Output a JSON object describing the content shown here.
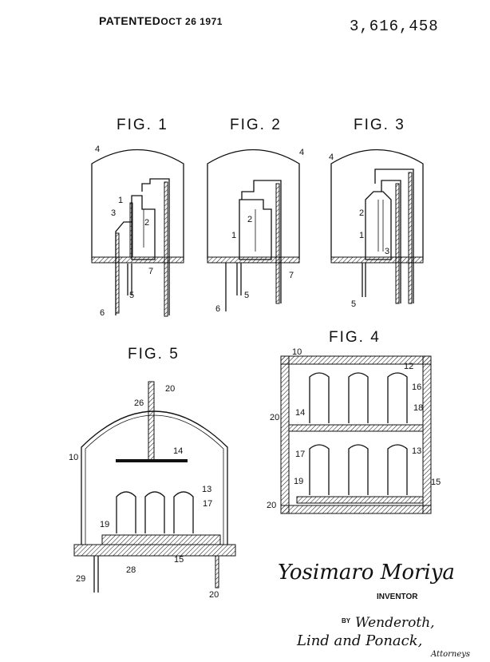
{
  "header": {
    "patented_label": "PATENTED",
    "date": "OCT 26 1971",
    "patent_number": "3,616,458"
  },
  "figures": {
    "fig1": {
      "title": "FIG. 1",
      "labels": [
        "4",
        "1",
        "3",
        "2",
        "7",
        "5",
        "6"
      ]
    },
    "fig2": {
      "title": "FIG. 2",
      "labels": [
        "4",
        "2",
        "1",
        "7",
        "6",
        "5"
      ]
    },
    "fig3": {
      "title": "FIG. 3",
      "labels": [
        "4",
        "2",
        "1",
        "3",
        "5"
      ]
    },
    "fig4": {
      "title": "FIG. 4",
      "labels": [
        "10",
        "12",
        "16",
        "18",
        "20",
        "14",
        "17",
        "13",
        "19",
        "15",
        "20"
      ]
    },
    "fig5": {
      "title": "FIG. 5",
      "labels": [
        "20",
        "26",
        "14",
        "10",
        "13",
        "17",
        "19",
        "15",
        "28",
        "29",
        "20"
      ]
    }
  },
  "signatures": {
    "inventor_signature": "Yosimaro Moriya",
    "inventor_label": "INVENTOR",
    "by_label": "BY",
    "attorney_signature_1": "Wenderoth,",
    "attorney_signature_2": "Lind and Ponack,",
    "attorney_suffix": "Attorneys"
  }
}
